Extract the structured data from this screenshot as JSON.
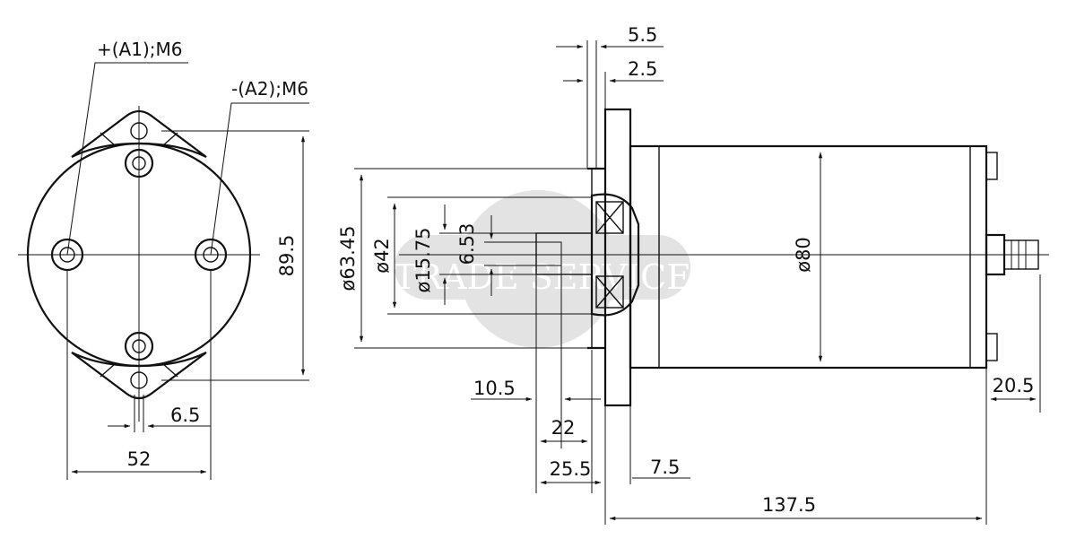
{
  "front_view": {
    "terminal_positive": "+(A1);M6",
    "terminal_negative": "-(A2);M6",
    "dim_height": "89.5",
    "dim_offset": "6.5",
    "dim_spacing": "52"
  },
  "side_view": {
    "dim_5_5": "5.5",
    "dim_2_5": "2.5",
    "dia_63_45": "ø63.45",
    "dia_42": "ø42",
    "dia_15_75": "ø15.75",
    "dim_6_53": "6.53",
    "dia_80": "ø80",
    "dim_10_5": "10.5",
    "dim_22": "22",
    "dim_25_5": "25.5",
    "dim_7_5": "7.5",
    "dim_137_5": "137.5",
    "dim_20_5": "20.5"
  },
  "watermark": {
    "text": "TRADE SERVICE",
    "color": "#e3e3e3"
  }
}
